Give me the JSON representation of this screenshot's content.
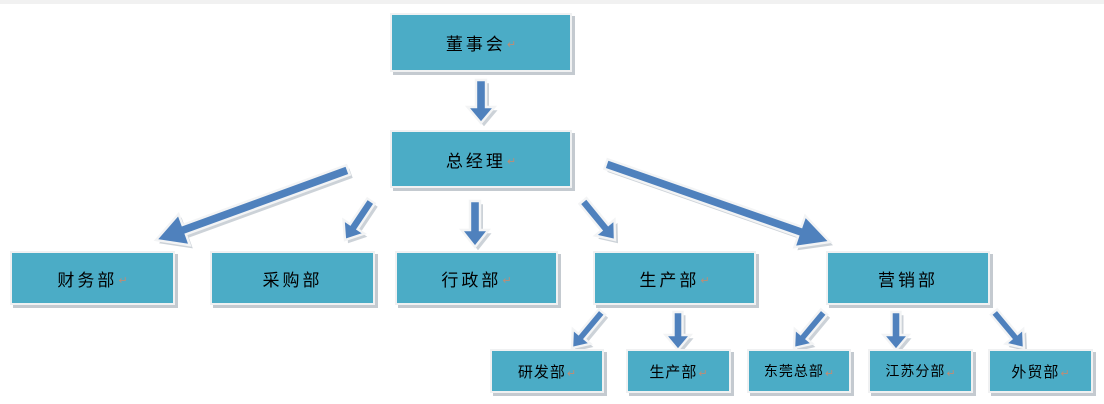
{
  "diagram": {
    "type": "org-chart",
    "background": "#ffffff",
    "box_fill": "#4BACC6",
    "box_border": "#f0f1f2",
    "arrow_fill": "#4F81BD",
    "arrow_outline": "#f3f4f5",
    "arrow_shadow": "#9aa6b2",
    "paragraph_mark": "↵",
    "nodes": [
      {
        "id": "board",
        "label": "董事会",
        "level": 1,
        "mark": true
      },
      {
        "id": "gm",
        "label": "总经理",
        "level": 2,
        "mark": true
      },
      {
        "id": "finance",
        "label": "财务部",
        "level": 3,
        "mark": true
      },
      {
        "id": "purchase",
        "label": "采购部",
        "level": 3,
        "mark": false
      },
      {
        "id": "admin",
        "label": "行政部",
        "level": 3,
        "mark": true
      },
      {
        "id": "production",
        "label": "生产部",
        "level": 3,
        "mark": true
      },
      {
        "id": "marketing",
        "label": "营销部",
        "level": 3,
        "mark": false
      },
      {
        "id": "rd",
        "label": "研发部",
        "level": 4,
        "mark": true
      },
      {
        "id": "production-sub",
        "label": "生产部",
        "level": 4,
        "mark": true
      },
      {
        "id": "dongguan",
        "label": "东莞总部",
        "level": 4,
        "mark": true
      },
      {
        "id": "jiangsu",
        "label": "江苏分部",
        "level": 4,
        "mark": true
      },
      {
        "id": "trade",
        "label": "外贸部",
        "level": 4,
        "mark": true
      }
    ],
    "edges": [
      {
        "from": "board",
        "to": "gm"
      },
      {
        "from": "gm",
        "to": "finance"
      },
      {
        "from": "gm",
        "to": "purchase"
      },
      {
        "from": "gm",
        "to": "admin"
      },
      {
        "from": "gm",
        "to": "production"
      },
      {
        "from": "gm",
        "to": "marketing"
      },
      {
        "from": "production",
        "to": "rd"
      },
      {
        "from": "production",
        "to": "production-sub"
      },
      {
        "from": "marketing",
        "to": "dongguan"
      },
      {
        "from": "marketing",
        "to": "jiangsu"
      },
      {
        "from": "marketing",
        "to": "trade"
      }
    ]
  }
}
